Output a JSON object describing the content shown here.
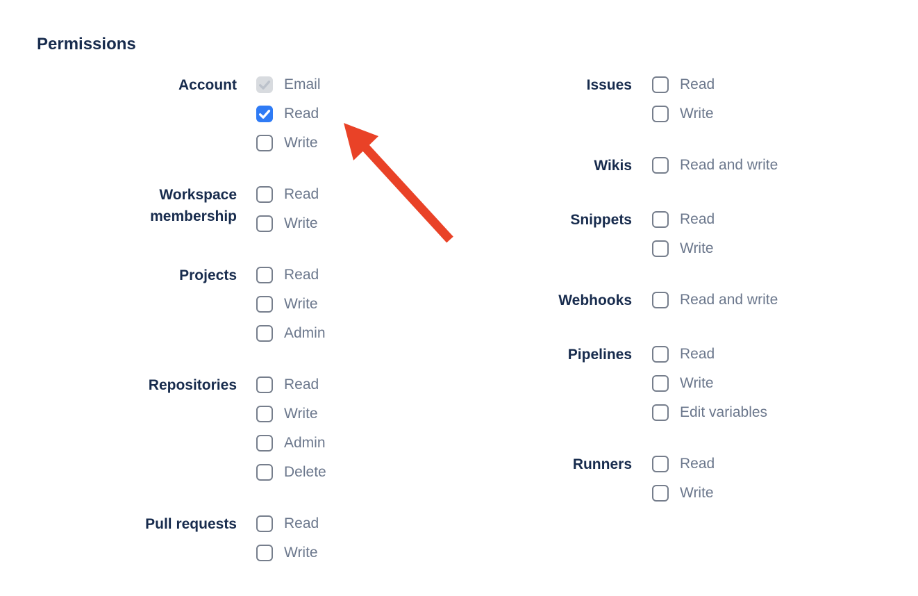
{
  "page": {
    "title": "Permissions"
  },
  "colors": {
    "heading_navy": "#172B4D",
    "option_gray": "#6B778C",
    "checkbox_border_gray": "#767E8C",
    "checked_blue": "#2F7BF5",
    "check_white": "#FFFFFF",
    "disabled_checkbox_bg": "#D8DBDF",
    "disabled_check": "#BCC2CB",
    "arrow_red": "#E94227"
  },
  "columns": [
    {
      "groups": [
        {
          "label": "Account",
          "options": [
            {
              "label": "Email",
              "state": "checked-disabled"
            },
            {
              "label": "Read",
              "state": "checked"
            },
            {
              "label": "Write",
              "state": "unchecked"
            }
          ]
        },
        {
          "label": "Workspace membership",
          "options": [
            {
              "label": "Read",
              "state": "unchecked"
            },
            {
              "label": "Write",
              "state": "unchecked"
            }
          ]
        },
        {
          "label": "Projects",
          "options": [
            {
              "label": "Read",
              "state": "unchecked"
            },
            {
              "label": "Write",
              "state": "unchecked"
            },
            {
              "label": "Admin",
              "state": "unchecked"
            }
          ]
        },
        {
          "label": "Repositories",
          "options": [
            {
              "label": "Read",
              "state": "unchecked"
            },
            {
              "label": "Write",
              "state": "unchecked"
            },
            {
              "label": "Admin",
              "state": "unchecked"
            },
            {
              "label": "Delete",
              "state": "unchecked"
            }
          ]
        },
        {
          "label": "Pull requests",
          "options": [
            {
              "label": "Read",
              "state": "unchecked"
            },
            {
              "label": "Write",
              "state": "unchecked"
            }
          ]
        }
      ]
    },
    {
      "groups": [
        {
          "label": "Issues",
          "options": [
            {
              "label": "Read",
              "state": "unchecked"
            },
            {
              "label": "Write",
              "state": "unchecked"
            }
          ]
        },
        {
          "label": "Wikis",
          "options": [
            {
              "label": "Read and write",
              "state": "unchecked"
            }
          ]
        },
        {
          "label": "Snippets",
          "options": [
            {
              "label": "Read",
              "state": "unchecked"
            },
            {
              "label": "Write",
              "state": "unchecked"
            }
          ]
        },
        {
          "label": "Webhooks",
          "options": [
            {
              "label": "Read and write",
              "state": "unchecked"
            }
          ]
        },
        {
          "label": "Pipelines",
          "options": [
            {
              "label": "Read",
              "state": "unchecked"
            },
            {
              "label": "Write",
              "state": "unchecked"
            },
            {
              "label": "Edit variables",
              "state": "unchecked"
            }
          ]
        },
        {
          "label": "Runners",
          "options": [
            {
              "label": "Read",
              "state": "unchecked"
            },
            {
              "label": "Write",
              "state": "unchecked"
            }
          ]
        }
      ]
    }
  ],
  "annotation": {
    "arrow": {
      "points_at": "checkbox-account-read",
      "color": "#E94227"
    }
  }
}
